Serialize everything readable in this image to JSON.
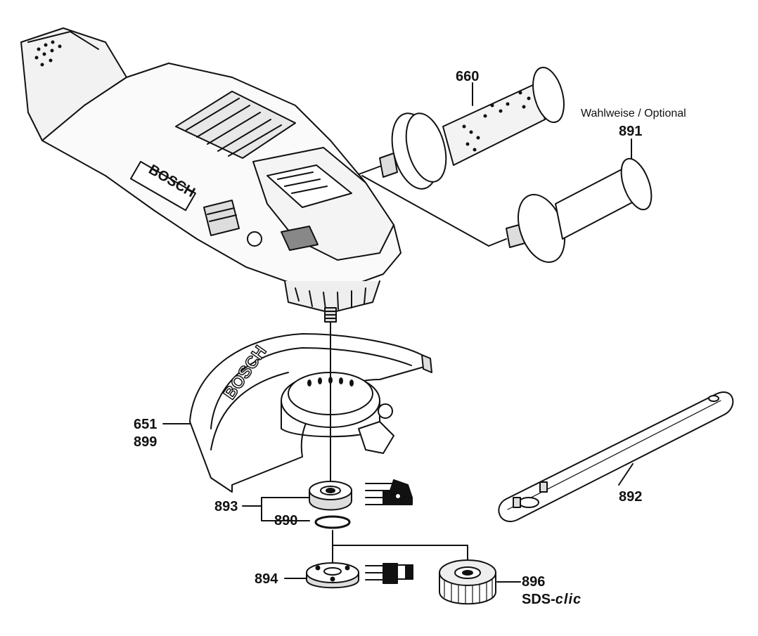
{
  "labels": {
    "p660": "660",
    "optional": "Wahlweise / Optional",
    "p891": "891",
    "p651": "651",
    "p899": "899",
    "p892": "892",
    "p893": "893",
    "p890": "890",
    "p894": "894",
    "p896": "896",
    "sds": "SDS-",
    "clic": "clic"
  },
  "brand": {
    "tool": "BOSCH",
    "guard": "BOSCH"
  },
  "colors": {
    "line": "#111111",
    "fill": "#ffffff",
    "shade": "#cfcfcf",
    "dark": "#2a2a2a"
  }
}
